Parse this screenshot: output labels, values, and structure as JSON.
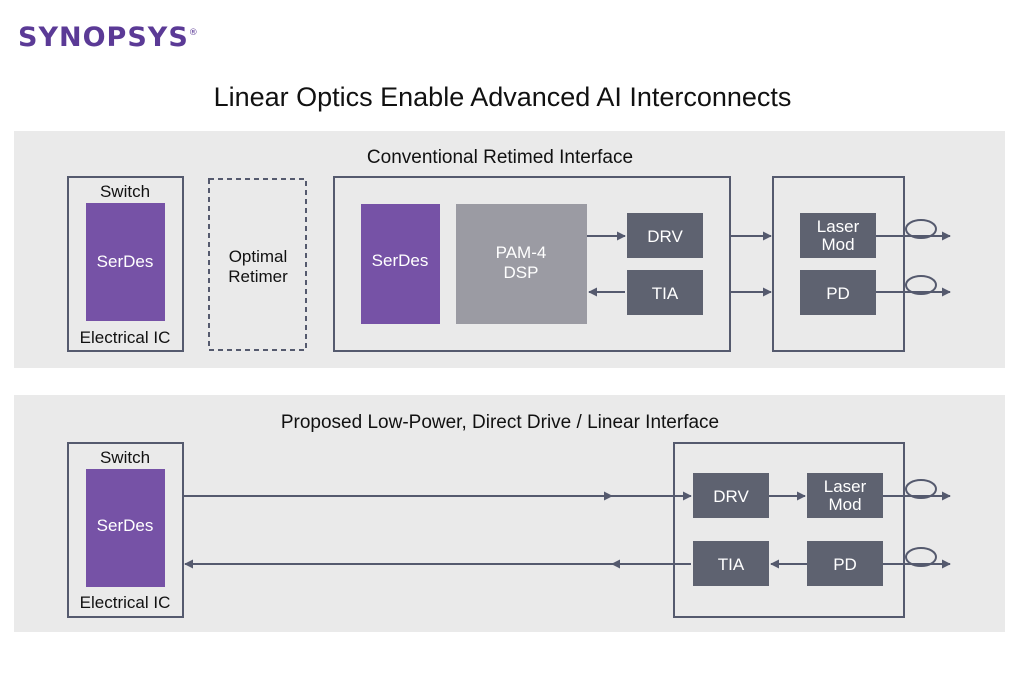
{
  "logo": {
    "text": "SYNOPSYS",
    "mark": "®"
  },
  "title": "Linear Optics Enable Advanced AI Interconnects",
  "colors": {
    "panel": "#eaeaea",
    "border": "#555a6e",
    "serdes": "#7652a6",
    "dsp": "#9b9ba3",
    "block": "#5e6270",
    "logo": "#5b3a96"
  },
  "conventional": {
    "heading": "Conventional Retimed Interface",
    "switch_label": "Switch",
    "serdes_label": "SerDes",
    "ic_label": "Electrical IC",
    "retimer_line1": "Optimal",
    "retimer_line2": "Retimer",
    "module_serdes": "SerDes",
    "dsp_line1": "PAM-4",
    "dsp_line2": "DSP",
    "drv": "DRV",
    "tia": "TIA",
    "laser_line1": "Laser",
    "laser_line2": "Mod",
    "pd": "PD"
  },
  "linear": {
    "heading": "Proposed Low-Power, Direct Drive / Linear Interface",
    "switch_label": "Switch",
    "serdes_label": "SerDes",
    "ic_label": "Electrical IC",
    "drv": "DRV",
    "tia": "TIA",
    "laser_line1": "Laser",
    "laser_line2": "Mod",
    "pd": "PD"
  }
}
